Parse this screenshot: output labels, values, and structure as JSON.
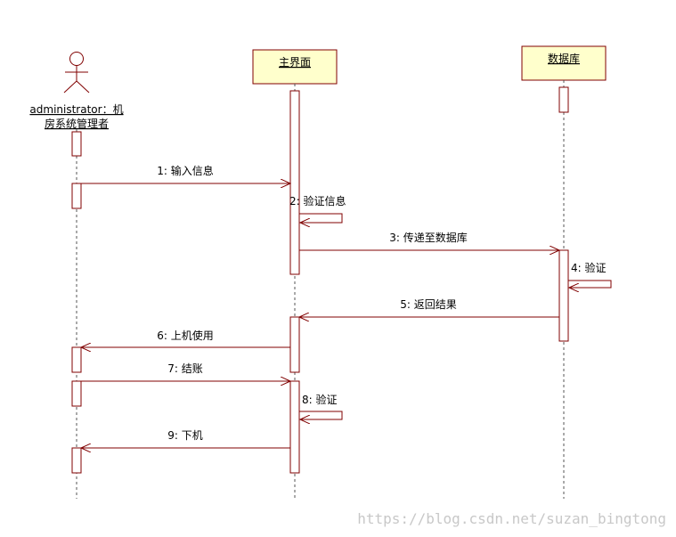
{
  "actor": {
    "name_line1": "administrator：机",
    "name_line2": "房系统管理者"
  },
  "objects": {
    "main_ui": "主界面",
    "database": "数据库"
  },
  "messages": {
    "m1": "1: 输入信息",
    "m2": "2: 验证信息",
    "m3": "3: 传递至数据库",
    "m4": "4: 验证",
    "m5": "5: 返回结果",
    "m6": "6: 上机使用",
    "m7": "7: 结账",
    "m8": "8: 验证",
    "m9": "9: 下机"
  },
  "watermark": "https://blog.csdn.net/suzan_bingtong",
  "colors": {
    "stroke": "#800000",
    "box_fill": "#ffffcc"
  }
}
